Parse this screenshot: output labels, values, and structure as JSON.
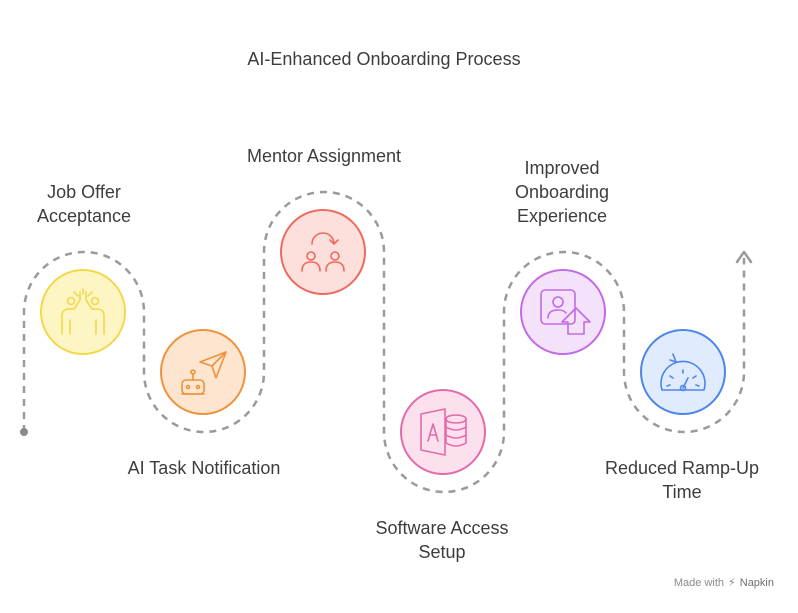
{
  "title": "AI-Enhanced Onboarding Process",
  "steps": [
    {
      "label": "Job Offer\nAcceptance",
      "icon": "high-five-icon",
      "fill": "#fdf6c4",
      "stroke": "#f2d84a"
    },
    {
      "label": "AI Task Notification",
      "icon": "robot-send-icon",
      "fill": "#fde5cf",
      "stroke": "#f0923c"
    },
    {
      "label": "Mentor Assignment",
      "icon": "people-rotate-icon",
      "fill": "#fde0dc",
      "stroke": "#ef6a5e"
    },
    {
      "label": "Software Access\nSetup",
      "icon": "app-database-icon",
      "fill": "#fde0ee",
      "stroke": "#e46aa8"
    },
    {
      "label": "Improved\nOnboarding\nExperience",
      "icon": "profile-upgrade-icon",
      "fill": "#f4e2fb",
      "stroke": "#c36ae6"
    },
    {
      "label": "Reduced Ramp-Up\nTime",
      "icon": "speedometer-icon",
      "fill": "#e0ebfd",
      "stroke": "#4d86ea"
    }
  ],
  "footer": {
    "made_with": "Made with",
    "brand": "Napkin"
  }
}
